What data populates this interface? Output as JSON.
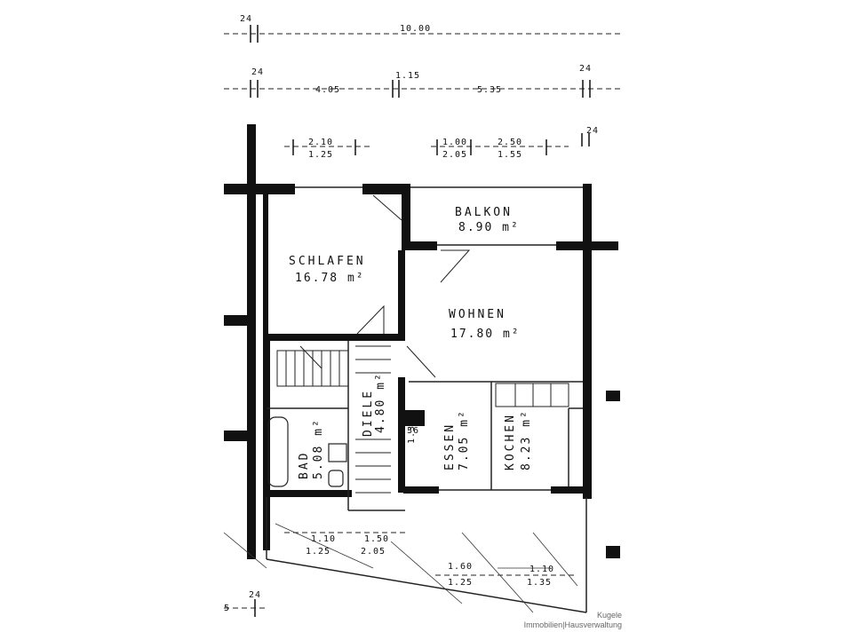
{
  "rooms": {
    "balkon": {
      "name": "BALKON",
      "area": "8.90 m²"
    },
    "schlafen": {
      "name": "SCHLAFEN",
      "area": "16.78 m²"
    },
    "wohnen": {
      "name": "WOHNEN",
      "area": "17.80 m²"
    },
    "diele": {
      "name": "DIELE",
      "area": "4.80 m²"
    },
    "bad": {
      "name": "BAD",
      "area": "5.08 m²"
    },
    "essen": {
      "name": "ESSEN",
      "area": "7.05 m²"
    },
    "kochen": {
      "name": "KOCHEN",
      "area": "8.23 m²"
    }
  },
  "dimensions": {
    "top_total": "10.00",
    "left_span": "4.05",
    "mid_span": "1.15",
    "right_span": "5.35",
    "wall_a": "24",
    "wall_b": "24",
    "wall_c": "24",
    "wall_d": "24",
    "wall_e": "24",
    "win_left_top": "2.10",
    "win_left_bottom": "1.25",
    "win_mid_top": "1.00",
    "win_mid_bottom": "2.05",
    "win_right_top": "2.50",
    "win_right_bottom": "1.55",
    "bot_a_top": "1.10",
    "bot_a_bottom": "1.25",
    "bot_b_top": "1.50",
    "bot_b_bottom": "2.05",
    "bot_c_top": "1.60",
    "bot_c_bottom": "1.25",
    "bot_d_top": "1.10",
    "bot_d_bottom": "1.35",
    "misc_a": "1.35",
    "misc_b": "36",
    "bot_left": "5"
  },
  "watermark": {
    "line1": "Kugele",
    "line2": "Immobilien|Hausverwaltung"
  }
}
